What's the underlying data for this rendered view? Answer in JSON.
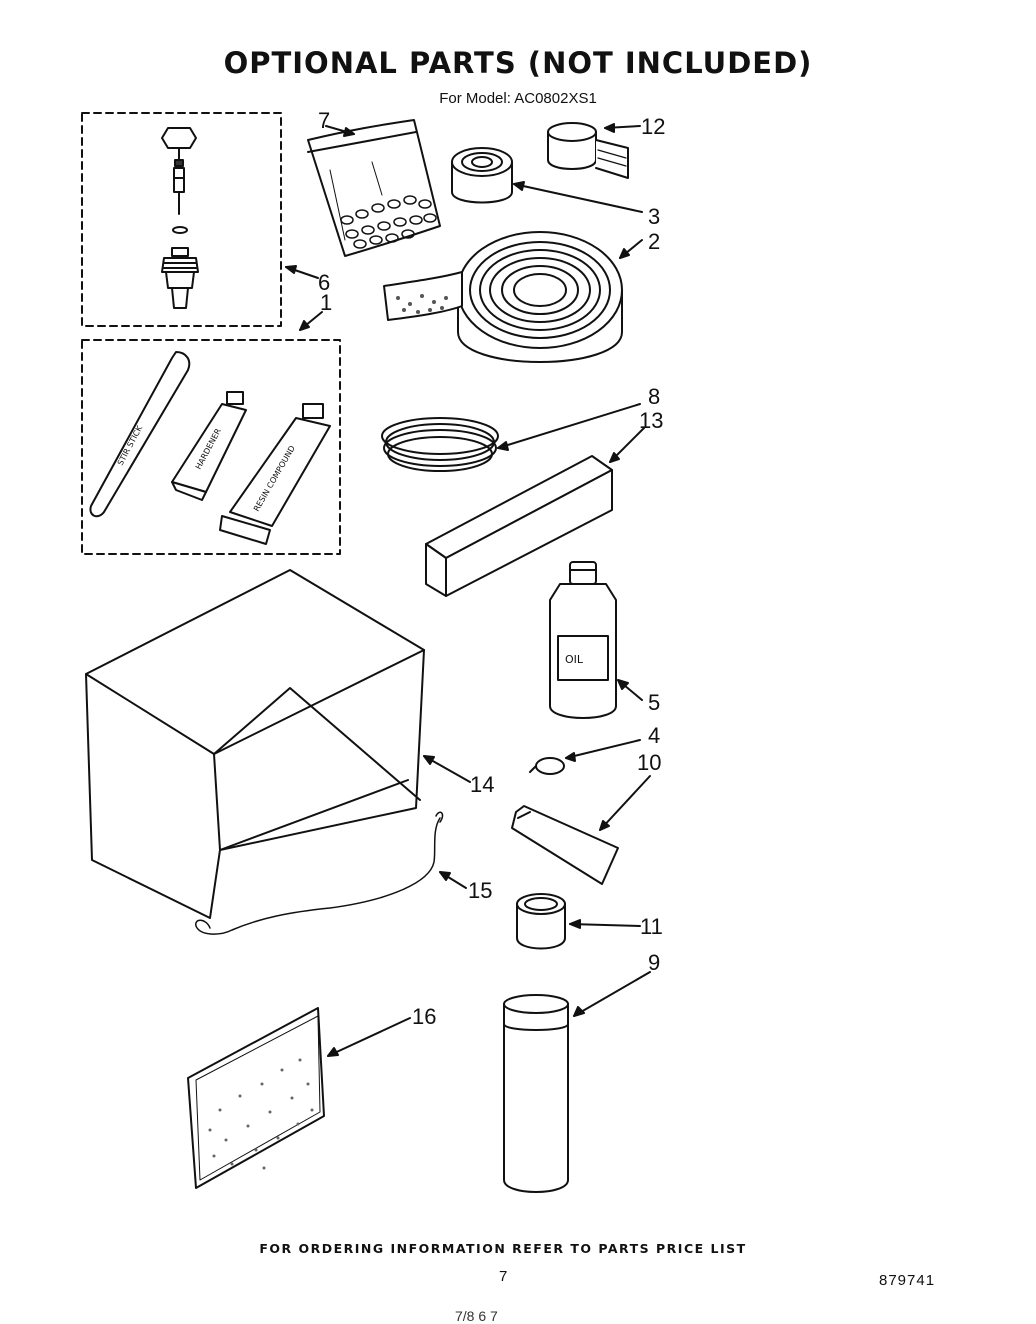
{
  "header": {
    "title": "OPTIONAL PARTS   (NOT INCLUDED)",
    "model": "For Model: AC0802XS1"
  },
  "callouts": [
    {
      "id": "7",
      "label": "7"
    },
    {
      "id": "12",
      "label": "12"
    },
    {
      "id": "3",
      "label": "3"
    },
    {
      "id": "2",
      "label": "2"
    },
    {
      "id": "6",
      "label": "6"
    },
    {
      "id": "1",
      "label": "1"
    },
    {
      "id": "8",
      "label": "8"
    },
    {
      "id": "13",
      "label": "13"
    },
    {
      "id": "5",
      "label": "5"
    },
    {
      "id": "4",
      "label": "4"
    },
    {
      "id": "10",
      "label": "10"
    },
    {
      "id": "14",
      "label": "14"
    },
    {
      "id": "15",
      "label": "15"
    },
    {
      "id": "11",
      "label": "11"
    },
    {
      "id": "9",
      "label": "9"
    },
    {
      "id": "16",
      "label": "16"
    }
  ],
  "item_labels": {
    "stir_stick": "STIR STICK",
    "hardener": "HARDENER",
    "resin": "RESIN COMPOUND",
    "oil": "OIL"
  },
  "footer": {
    "ordering_note": "FOR ORDERING INFORMATION REFER TO PARTS PRICE LIST",
    "page_number": "7",
    "doc_number": "879741",
    "handwriting": "7/8 6 7"
  }
}
